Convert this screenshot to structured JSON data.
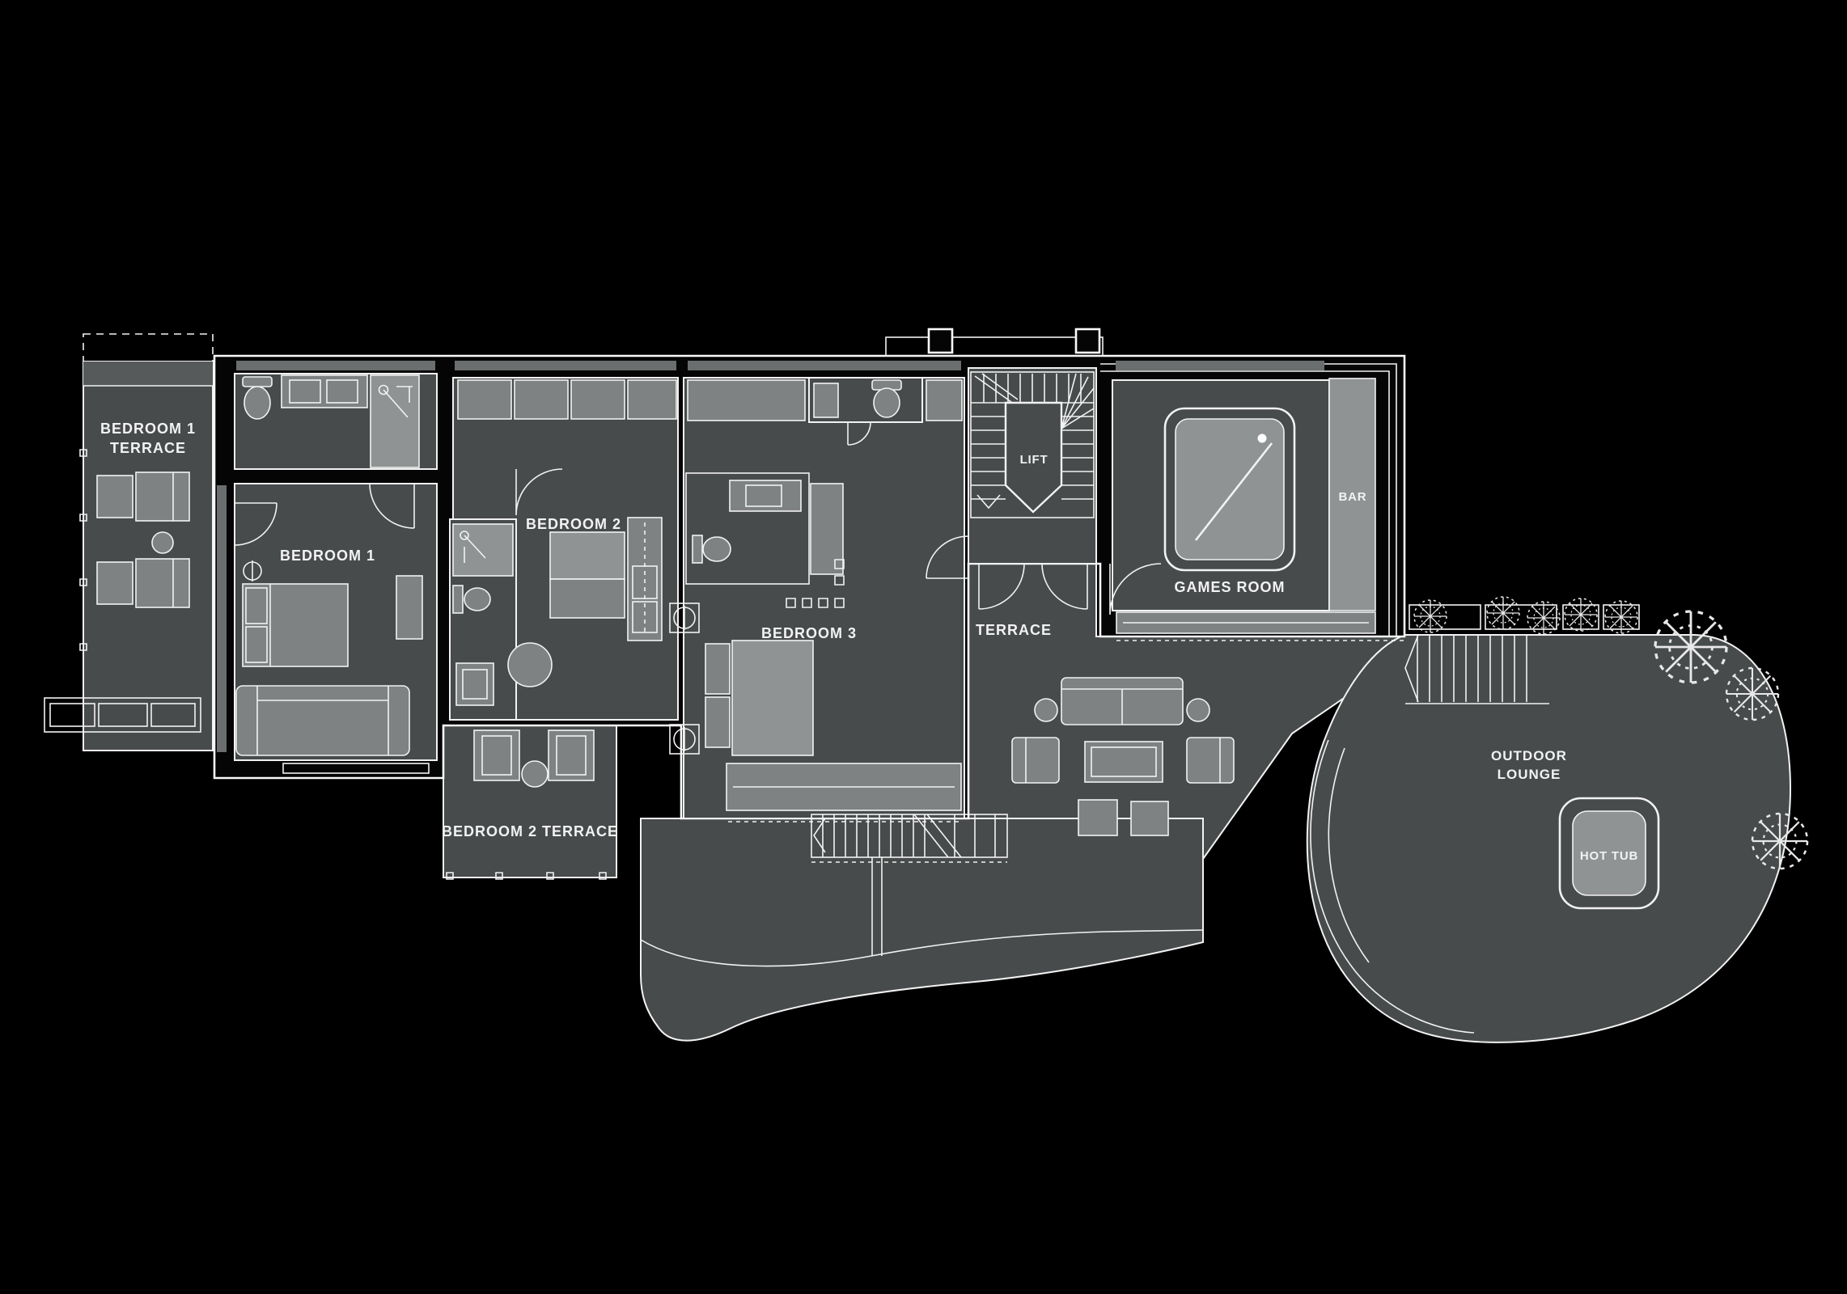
{
  "plan": {
    "colors": {
      "background": "#000000",
      "floor_fill": "#474b4c",
      "furniture_fill": "#7e8283",
      "highlight_fill": "#8f9394",
      "line_color": "#f2f2f2"
    },
    "rooms": {
      "bedroom1_terrace": {
        "line1": "BEDROOM 1",
        "line2": "TERRACE"
      },
      "bedroom1": {
        "label": "BEDROOM 1"
      },
      "bedroom2": {
        "label": "BEDROOM 2"
      },
      "bedroom2_terrace": {
        "label": "BEDROOM 2 TERRACE"
      },
      "bedroom3": {
        "label": "BEDROOM 3"
      },
      "lift": {
        "label": "LIFT"
      },
      "bar": {
        "label": "BAR"
      },
      "games_room": {
        "label": "GAMES ROOM"
      },
      "terrace": {
        "label": "TERRACE"
      },
      "outdoor_lounge": {
        "line1": "OUTDOOR",
        "line2": "LOUNGE"
      },
      "hot_tub": {
        "label": "HOT TUB"
      }
    }
  }
}
